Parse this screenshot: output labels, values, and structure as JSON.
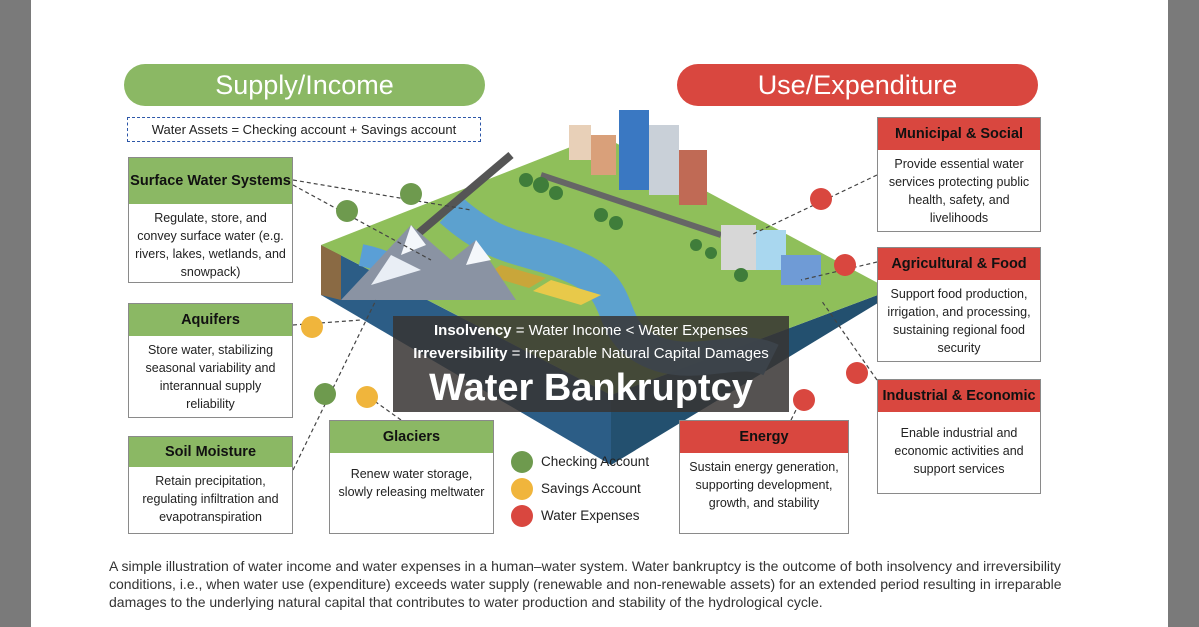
{
  "supply_title": "Supply/Income",
  "use_title": "Use/Expenditure",
  "assets_note": "Water Assets = Checking account  + Savings account",
  "supply_boxes": [
    {
      "title": "Surface Water Systems",
      "body": "Regulate, store, and convey surface water (e.g. rivers, lakes, wetlands, and snowpack)"
    },
    {
      "title": "Aquifers",
      "body": "Store water, stabilizing seasonal variability and interannual supply reliability"
    },
    {
      "title": "Soil Moisture",
      "body": "Retain precipitation, regulating infiltration and evapotranspiration"
    },
    {
      "title": "Glaciers",
      "body": "Renew water storage, slowly releasing meltwater"
    }
  ],
  "use_boxes": [
    {
      "title": "Municipal & Social",
      "body": "Provide essential water services protecting public health, safety, and livelihoods"
    },
    {
      "title": "Agricultural & Food",
      "body": "Support food production, irrigation, and processing, sustaining regional food security"
    },
    {
      "title": "Industrial & Economic",
      "body": "Enable industrial and economic activities and support services"
    },
    {
      "title": "Energy",
      "body": "Sustain energy generation, supporting development, growth, and stability"
    }
  ],
  "center": {
    "insolvency_term": "Insolvency",
    "insolvency_def": " = Water Income < Water Expenses",
    "irreversibility_term": "Irreversibility",
    "irreversibility_def": " = Irreparable Natural Capital Damages",
    "title": "Water Bankruptcy"
  },
  "legend": [
    {
      "label": "Checking Account",
      "color": "#6e9a4e"
    },
    {
      "label": "Savings Account",
      "color": "#f0b53c"
    },
    {
      "label": "Water Expenses",
      "color": "#d9473f"
    }
  ],
  "caption": "A simple illustration of water income and water expenses in a human–water system. Water bankruptcy is the outcome of both insolvency and irreversibility conditions, i.e., when water use (expenditure) exceeds water supply (renewable and non-renewable assets) for an extended period resulting in irreparable damages to the underlying natural capital that contributes to water production and stability of the hydrological cycle.",
  "colors": {
    "green": "#8bb864",
    "red": "#d9473f",
    "water": "#4a8fc8",
    "gold": "#f0b53c"
  }
}
